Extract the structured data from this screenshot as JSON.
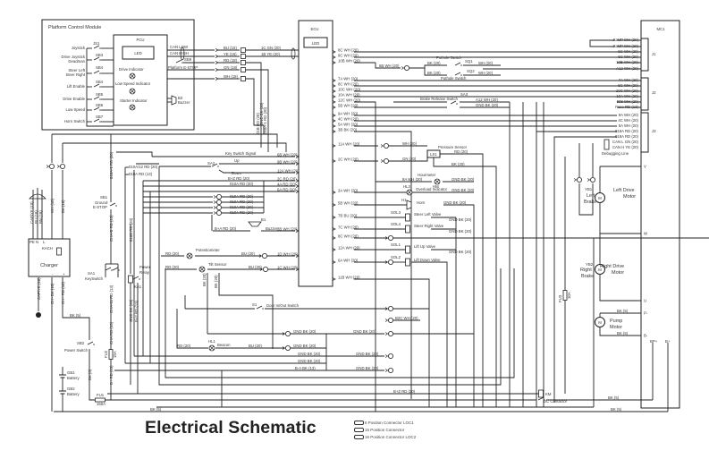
{
  "title": "Electrical Schematic",
  "legend": [
    "6 Position Connector LOC1",
    "16 Position Connector",
    "16 Position Connector LOC2"
  ],
  "pcm": {
    "title": "Platform Control Module",
    "pcu": "PCU",
    "led": "LED",
    "inputs": [
      "Joystick",
      "Drive Joystick",
      "Deadman",
      "Steer Left",
      "Steer Right",
      "Lift Enable",
      "Drive Enable",
      "Low Speed",
      "Horn Switch"
    ],
    "switches": [
      "JS1",
      "SB3",
      "SB4",
      "SB4",
      "SB5",
      "SB6",
      "SB7"
    ],
    "indicators": [
      "Drive Indicator",
      "Low Speed Indicator",
      "Starter Indicator"
    ],
    "can_low": "CAN LOW",
    "can_high": "CAN HIGH",
    "sb9": "SB9",
    "estop": "Platform E-STOP",
    "buzzer_id": "B2",
    "buzzer": "Buzzer"
  },
  "pcm_wires": [
    "BU (15)",
    "YE (15)",
    "RD (18)",
    "GN (18)",
    "WH (18)"
  ],
  "pcm_to_ecu": [
    "1C GN (20)",
    "1B YE (20)"
  ],
  "pcm_vertical": [
    "01B RD (20)",
    "010A-1 RD (20)",
    "GND BK (20)"
  ],
  "ecu": {
    "title": "ECU",
    "led": "LED",
    "right_top": [
      "8C WH (20)",
      "9C WH (20)",
      "10B WH (20)",
      "7A WH (20)",
      "8C WH (20)",
      "10C WH (20)",
      "10A WH (20)",
      "12C WH (20)",
      "5B WH (20)",
      "9A WH (20)",
      "4C WH (20)",
      "5A WH (20)",
      "3B BK (20)"
    ],
    "right_bottom": [
      "11A WH (20)",
      "2C WH (20)",
      "3A WH (20)",
      "5B WH (20)",
      "7B BU (20)",
      "7C WH (20)",
      "8C WH (20)",
      "12A WH (20)",
      "6A WH (20)",
      "11B WH (20)"
    ],
    "left": [
      "6B WH (20)",
      "9B WH (20)",
      "12A WH (20)",
      "2C RD (20)",
      "4A RD (20)",
      "6A RD (20)",
      "8B WH (20)",
      "1D WH (20)",
      "1C WH (20)"
    ]
  },
  "mc1": {
    "title": "MC1",
    "j1": "J1",
    "j2": "J2",
    "j3": "J3",
    "j1_pins": [
      "JUMP WH (20)",
      "JUMP WH (20)",
      "5C WH (20)",
      "5C WH (20)",
      "10B WH (20)",
      "A12 WH (20)"
    ],
    "j2_pins": [
      "7A WH (20)",
      "5C WH (20)",
      "10C WH (20)",
      "10A WH (20)",
      "808 WH (20)",
      "Fuse RD (13)"
    ],
    "j3_pins": [
      "9A WH (20)",
      "4C WH (20)",
      "5A WH (20)",
      "018A RD (20)",
      "018A RD (20)",
      "CAN L GN (20)",
      "CAN H YE (20)"
    ],
    "debug": "Debugging Line",
    "terminals": [
      "V",
      "W",
      "U",
      "P-",
      "B-",
      "BP+",
      "B+"
    ]
  },
  "ecu_left_parts": {
    "key_signal": "Key Switch Signal",
    "sa2": "SA2",
    "up": "Up",
    "down": "Down",
    "bz_rd": "B+Z RD (20)",
    "o10a": "010A RD (20)",
    "o10a_list": [
      "010A RD (20)",
      "010A RD (20)",
      "010A RD (20)",
      "010A RD (20)"
    ],
    "b1": "B1",
    "buzzer": "Buzzer",
    "ba_rd": "B+A RD (20)",
    "potentiometer": "Potentiometer",
    "pot_bu": "BU (20)",
    "pot_rd": "RD (20)",
    "tilt": "Tilt Sensor",
    "tilt_bu": "BU (20)",
    "tilt_rd": "RD (20)",
    "bk1": "BK (20)",
    "bk2": "BK (20)",
    "s1": "S1",
    "door": "Door In/Out Switch",
    "hl1": "HL1",
    "beacon": "Beacon",
    "beacon_rd": "RD (20)",
    "beacon_bu": "BU (20)",
    "o10b": "010A/12 RD (20)",
    "o18a": "018A RD (13)"
  },
  "gnd_block": [
    "GND BK (20)",
    "GND BK (20)",
    "GND BK (20)",
    "GND BK (20)",
    "B-A BK (13)",
    "GND BK (20)",
    "GND BK (20)",
    "GND BK (20)",
    "B2C WH (20)"
  ],
  "ecu_right_parts": {
    "pothole1": "Pothole Switch",
    "pothole2": "Pothole Switch",
    "sq1": "SQ1",
    "sq2": "SQ2",
    "bk20a": "BK (20)",
    "bk20b": "BK (20)",
    "wh1": "WH (20)",
    "wh2": "WH (20)",
    "brake_rel": "Brake Release Switch",
    "sa3": "SA3",
    "a12": "A12 WH (20)",
    "gnd_bk": "GND BK (20)",
    "brake_wire": "6B WH (20)",
    "pressure": "Pressure Sensor",
    "ls1": "LS1",
    "ps_wh": "WH (20)",
    "ps_gn": "GN (20)",
    "ps_rd": "RD (20)",
    "ps_bk": "BK (20)",
    "hourmeter": "Hourmeter",
    "hm": "HM",
    "hm_wh": "8A WH (20)",
    "hm_gnd": "GND BK (20)",
    "hl3": "HL3",
    "overload": "Overload Indicator",
    "ol_gnd": "GND BK (20)",
    "h1": "H1",
    "horn": "Horn",
    "horn_gnd": "GND BK (20)",
    "sol3": "SOL3",
    "steer_left": "Steer Left Valve",
    "sl_gnd": "GND BK (20)",
    "sol4": "SOL4",
    "steer_right": "Steer Right Valve",
    "sr_gnd": "GND BK (20)",
    "sol1": "SOL1",
    "lift_up": "Lift Up Valve",
    "lu_gnd": "GND BK (20)",
    "sol2": "SOL2",
    "lift_down": "Lift Down Valve"
  },
  "motors": {
    "left_drive": [
      "Left Drive",
      "Motor"
    ],
    "yb1": "YB1",
    "left_brake": [
      "Left",
      "Brake"
    ],
    "right_drive": [
      "Right Drive",
      "Motor"
    ],
    "yb2": "YB2",
    "right_brake": [
      "Right",
      "Brake"
    ],
    "pump": [
      "Pump",
      "Motor"
    ],
    "m": "M",
    "pump_bk1": "BK (5)",
    "pump_bk2": "BK (5)",
    "fu3": "FU3",
    "fu3_rating": "10A",
    "km": "KM",
    "dc_contactor": "DC Contactor",
    "bz_bottom": "B+Z RD (20)",
    "bk5a": "BK (5)",
    "bk5b": "BK (5)",
    "bk5c": "BK (5)"
  },
  "power": {
    "pe": "PE",
    "n": "N",
    "l": "L",
    "kach": "KACH",
    "charger": "Charger",
    "minus": "-",
    "plus": "+",
    "cap_ye": "CAP/YE (10)",
    "bu": "BU (18)",
    "bn": "BN (18)",
    "wh18": "WH (18)",
    "bk18": "BK (18)",
    "cap_ye2": "CAP/YE (10)",
    "ch_minus": "CH- BK (10)",
    "ch_plus": "CH+ RD (18)",
    "sb1": "SB1",
    "ground": "Ground",
    "estop": "E-STOP",
    "sa1": "SA1",
    "keyswitch": "KeySwitch",
    "ka1": "KA1",
    "power_relay": [
      "Power",
      "Relay"
    ],
    "o10a_v": "010A-1 RD (20)",
    "ch_b_rd": "CHA-B RD (13)",
    "ch_rd": "CHA-11 RD (13)",
    "o10b_v": "010B RD (20)",
    "gnd_bk_v": "GND BK (20)",
    "b2rd": "B+2 RD (13)",
    "bk5": "BK (5)",
    "sb2": "SB2",
    "power_switch": "Power Switch",
    "gb1": "GB1",
    "battery1": "Battery",
    "gb2": "GB2",
    "battery2": "Battery",
    "fu2": "FU2",
    "fu2_rating": "15A",
    "fu1": "FU1",
    "fu1_rating": "150A",
    "bk_v": "BK (5)",
    "rd_v": "B+ RD (13)",
    "cha_rd": "CHA RD (13)"
  }
}
